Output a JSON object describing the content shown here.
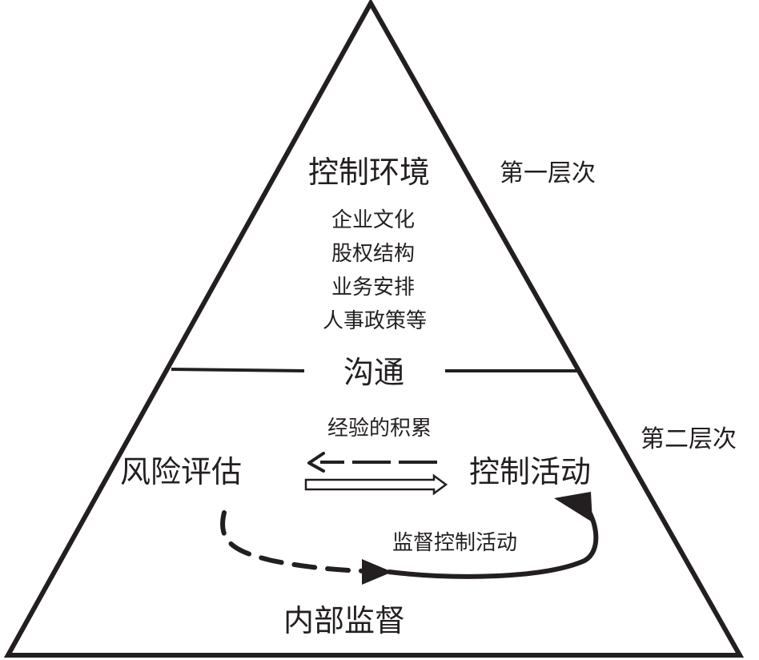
{
  "colors": {
    "line": "#231f20",
    "background": "#ffffff"
  },
  "levels": {
    "first": "第一层次",
    "second": "第二层次"
  },
  "top": {
    "title": "控制环境",
    "items": [
      "企业文化",
      "股权结构",
      "业务安排",
      "人事政策等"
    ]
  },
  "divider": {
    "label": "沟通"
  },
  "bottom": {
    "risk": "风险评估",
    "activities": "控制活动",
    "experience": "经验的积累",
    "supervise_activities": "监督控制活动",
    "internal_supervision": "内部监督"
  }
}
